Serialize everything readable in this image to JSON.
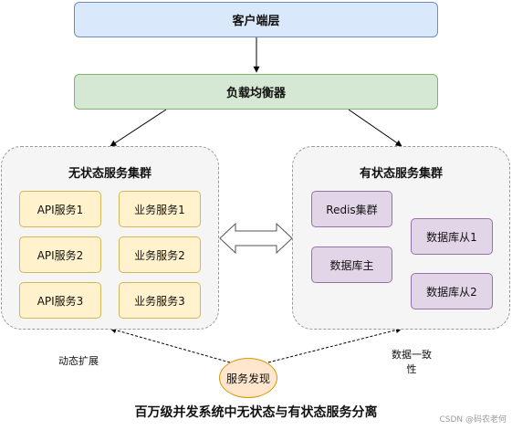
{
  "layers": {
    "client": "客户端层",
    "load_balancer": "负载均衡器"
  },
  "stateless_cluster": {
    "title": "无状态服务集群",
    "nodes": [
      "API服务1",
      "业务服务1",
      "API服务2",
      "业务服务2",
      "API服务3",
      "业务服务3"
    ]
  },
  "stateful_cluster": {
    "title": "有状态服务集群",
    "redis": "Redis集群",
    "db_primary": "数据库主",
    "db_replica_1": "数据库从1",
    "db_replica_2": "数据库从2"
  },
  "service_discovery": "服务发现",
  "edge_labels": {
    "dynamic_scaling": "动态扩展",
    "data_consistency_line1": "数据一致",
    "data_consistency_line2": "性"
  },
  "caption": "百万级并发系统中无状态与有状态服务分离",
  "watermark": "CSDN @码农老何",
  "colors": {
    "client_fill": "#dae8fc",
    "lb_fill": "#d5e8d4",
    "service_fill": "#fff2cc",
    "storage_fill": "#e1d5e7",
    "discovery_fill": "#ffe6cc"
  }
}
